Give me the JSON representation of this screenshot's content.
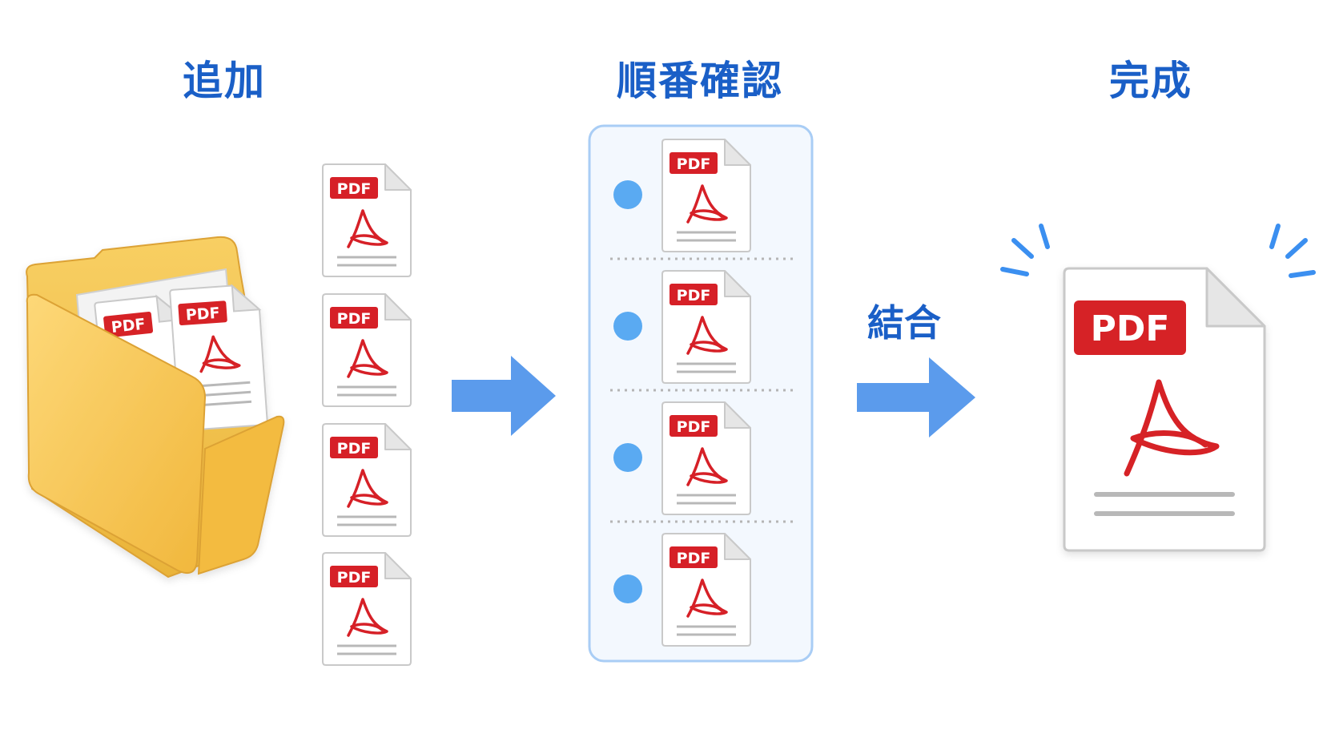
{
  "steps": {
    "add": "追加",
    "order": "順番確認",
    "done": "完成"
  },
  "merge_label": "結合",
  "pdf_label": "PDF",
  "colors": {
    "accent_blue": "#1a5fc7",
    "arrow_blue": "#5b9bec",
    "dot_blue": "#5aaaf2",
    "pdf_red": "#d62027",
    "folder_yellow": "#f5c24c"
  },
  "icons": {
    "folder": "folder-icon",
    "pdf": "pdf-file-icon",
    "arrow": "arrow-right-icon",
    "sparkle": "sparkle-lines-icon"
  },
  "input_file_count": 4,
  "ordered_file_count": 4
}
